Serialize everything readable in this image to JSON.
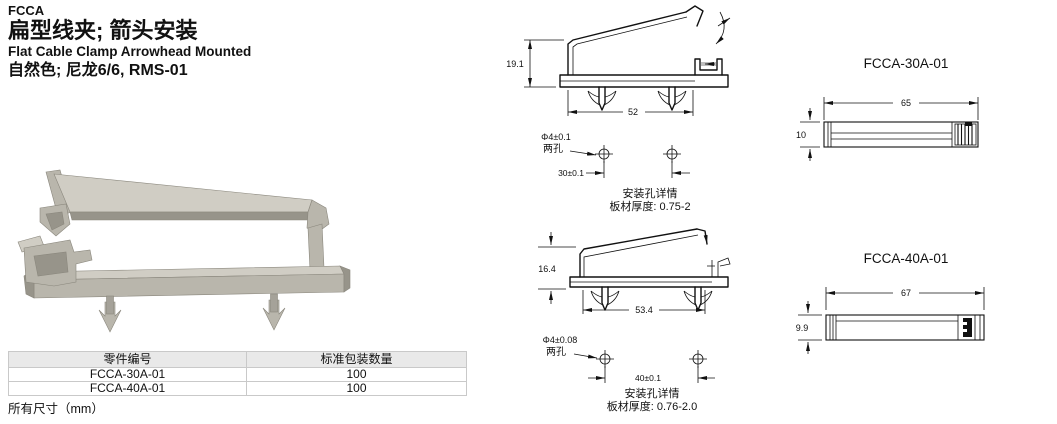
{
  "header": {
    "series_code": "FCCA",
    "title_cn": "扁型线夹; 箭头安装",
    "title_en": "Flat Cable Clamp Arrowhead Mounted",
    "spec_line": "自然色; 尼龙6/6, RMS-01"
  },
  "parts_table": {
    "col_part": "零件编号",
    "col_qty": "标准包装数量",
    "rows": [
      {
        "part": "FCCA-30A-01",
        "qty": "100"
      },
      {
        "part": "FCCA-40A-01",
        "qty": "100"
      }
    ]
  },
  "footnote": "所有尺寸（mm）",
  "drawings": {
    "side_view_30": {
      "height_dim": "19.1",
      "width_dim": "52"
    },
    "hole_detail_30": {
      "diameter": "Φ4±0.1",
      "two_holes": "两孔",
      "spacing": "30±0.1",
      "title": "安装孔详情",
      "thickness": "板材厚度: 0.75-2"
    },
    "side_view_40": {
      "height_dim": "16.4",
      "width_dim": "53.4"
    },
    "hole_detail_40": {
      "diameter": "Φ4±0.08",
      "two_holes": "两孔",
      "spacing": "40±0.1",
      "title": "安装孔详情",
      "thickness": "板材厚度: 0.76-2.0"
    },
    "top_view_30": {
      "label": "FCCA-30A-01",
      "width_dim": "65",
      "height_dim": "10"
    },
    "top_view_40": {
      "label": "FCCA-40A-01",
      "width_dim": "67",
      "height_dim": "9.9"
    }
  },
  "colors": {
    "ink": "#111111",
    "table_header_bg": "#e9e9e9",
    "table_border": "#c9c9c9",
    "product_light": "#d0cdc4",
    "product_mid": "#b9b6ac",
    "product_dark": "#97948a"
  }
}
